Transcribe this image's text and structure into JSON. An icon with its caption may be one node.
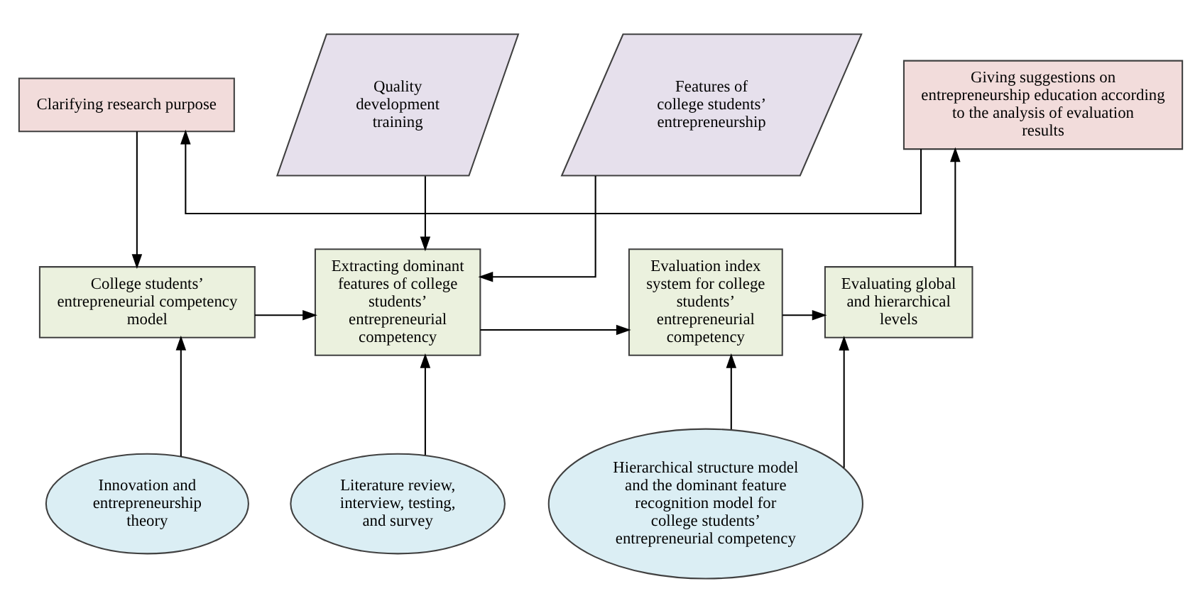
{
  "diagram": {
    "nodes": [
      {
        "text": [
          "Clarifying research purpose"
        ]
      },
      {
        "text": [
          "Quality development training"
        ]
      },
      {
        "text": [
          "Features of college students’ entrepreneurship"
        ]
      },
      {
        "text": [
          "Giving suggestions on entrepreneurship education according to the analysis of evaluation results"
        ]
      },
      {
        "text": [
          "College students’ entrepreneurial competency model"
        ]
      },
      {
        "text": [
          "Extracting dominant features of college students’ entrepreneurial competency"
        ]
      },
      {
        "text": [
          "Evaluation index system for college students’ entrepreneurial competency"
        ]
      },
      {
        "text": [
          "Evaluating global and hierarchical levels"
        ]
      },
      {
        "text": [
          "Innovation and entrepreneurship theory"
        ]
      },
      {
        "text": [
          "Literature review, interview, testing, and survey"
        ]
      },
      {
        "text": [
          "Hierarchical structure model and the dominant feature recognition model for college students’ entrepreneurial competency"
        ]
      }
    ],
    "edges": [
      {
        "from": 3,
        "to": 0,
        "arrow": "to"
      },
      {
        "from": 0,
        "to": 4,
        "arrow": "to"
      },
      {
        "from": 1,
        "to": 5,
        "arrow": "to"
      },
      {
        "from": 2,
        "to": 5,
        "arrow": "to"
      },
      {
        "from": 4,
        "to": 5,
        "arrow": "to"
      },
      {
        "from": 5,
        "to": 6,
        "arrow": "to"
      },
      {
        "from": 6,
        "to": 7,
        "arrow": "to"
      },
      {
        "from": 7,
        "to": 3,
        "arrow": "to"
      },
      {
        "from": 8,
        "to": 4,
        "arrow": "to"
      },
      {
        "from": 9,
        "to": 5,
        "arrow": "to"
      },
      {
        "from": 10,
        "to": 6,
        "arrow": "to"
      },
      {
        "from": 10,
        "to": 7,
        "arrow": "to"
      }
    ]
  }
}
